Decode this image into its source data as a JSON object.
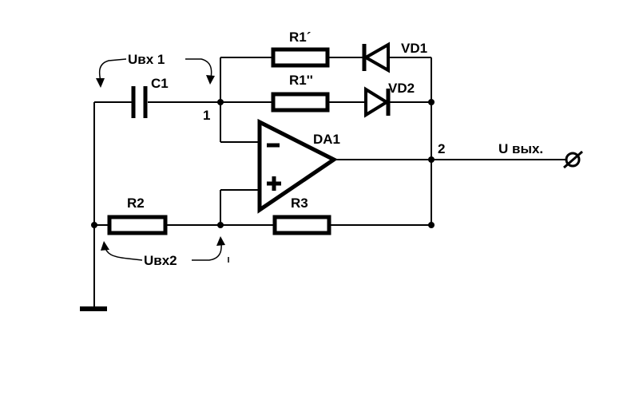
{
  "labels": {
    "uin1": "Uвх 1",
    "uin2": "Uвх2",
    "c1": "C1",
    "r1a": "R1´",
    "r1b": "R1''",
    "vd1": "VD1",
    "vd2": "VD2",
    "node1": "1",
    "node2": "2",
    "da1": "DA1",
    "r2": "R2",
    "r3": "R3",
    "uout": "U вых."
  },
  "icons": {
    "output_terminal": "crossed-circle-terminal-icon",
    "ground": "ground-symbol-icon"
  }
}
